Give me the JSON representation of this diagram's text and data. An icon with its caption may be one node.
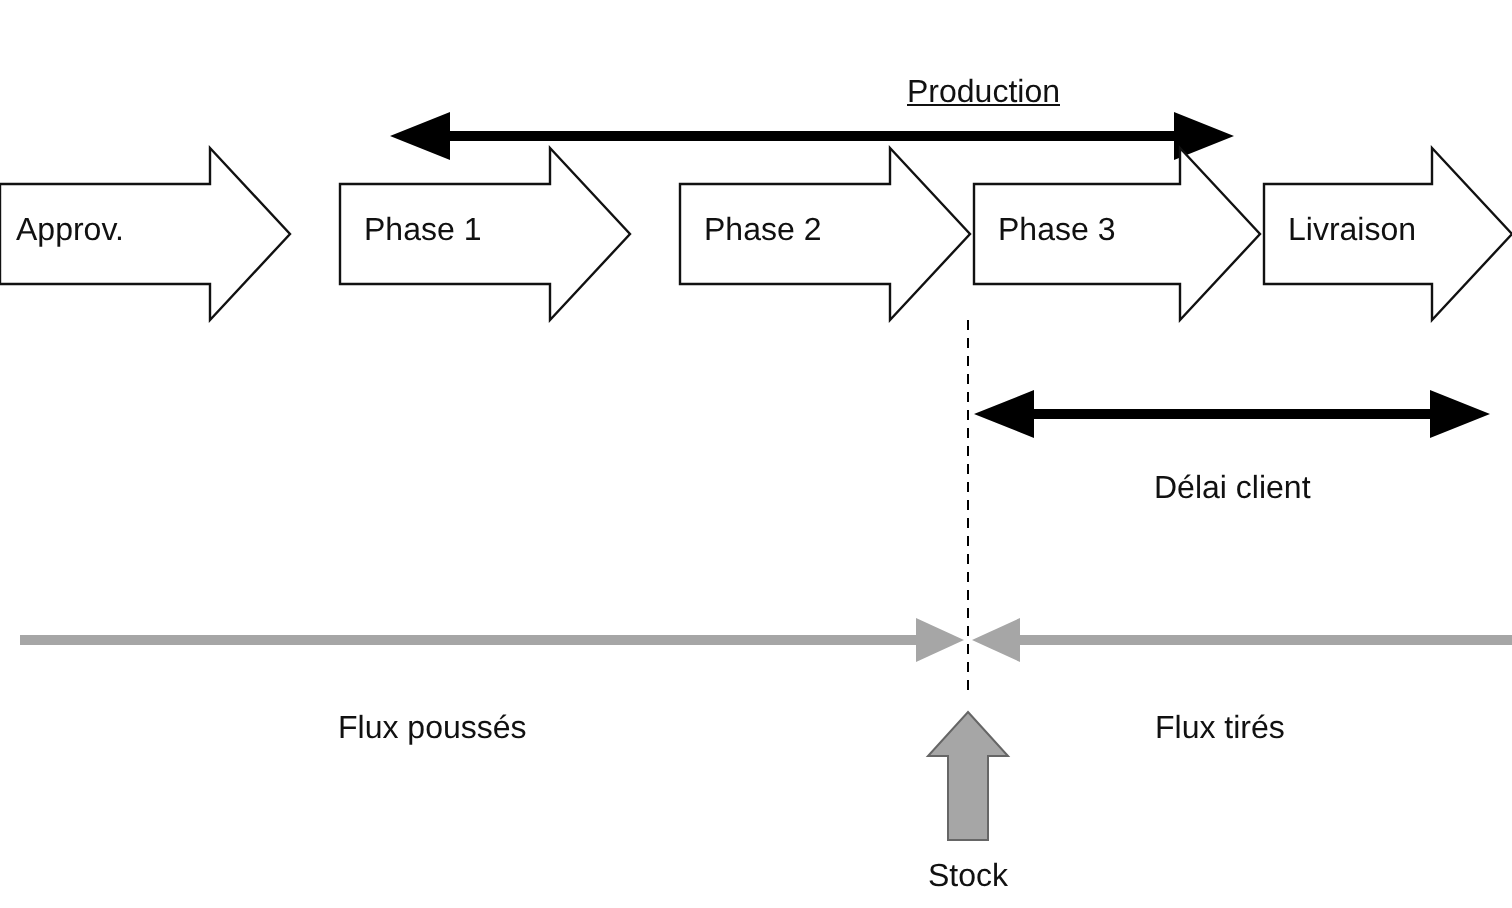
{
  "diagram": {
    "nodes": [
      {
        "text": [
          "Approv."
        ]
      },
      {
        "text": [
          "Phase 1"
        ]
      },
      {
        "text": [
          "Phase 2"
        ]
      },
      {
        "text": [
          "Phase 3"
        ]
      },
      {
        "text": [
          "Livraison"
        ]
      }
    ],
    "labels": [
      "Production",
      "Délai client",
      "Flux poussés",
      "Flux tirés",
      "Stock"
    ]
  }
}
